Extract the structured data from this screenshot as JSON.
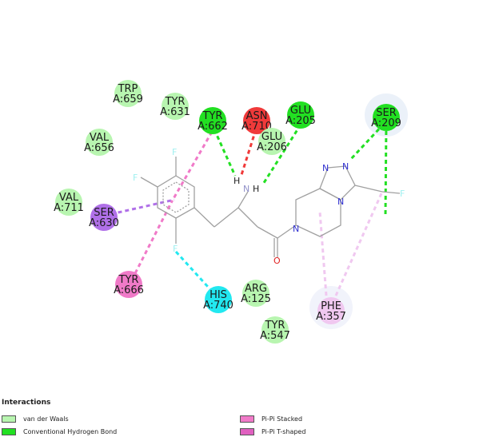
{
  "residues": [
    {
      "id": "trp659",
      "line1": "TRP",
      "line2": "A:659",
      "type": "vdw"
    },
    {
      "id": "tyr631",
      "line1": "TYR",
      "line2": "A:631",
      "type": "vdw"
    },
    {
      "id": "val656",
      "line1": "VAL",
      "line2": "A:656",
      "type": "vdw"
    },
    {
      "id": "val711",
      "line1": "VAL",
      "line2": "A:711",
      "type": "vdw"
    },
    {
      "id": "tyr662",
      "line1": "TYR",
      "line2": "A:662",
      "type": "hbond"
    },
    {
      "id": "asn710",
      "line1": "ASN",
      "line2": "A:710",
      "type": "unfav"
    },
    {
      "id": "glu205",
      "line1": "GLU",
      "line2": "A:205",
      "type": "hbond"
    },
    {
      "id": "glu206",
      "line1": "GLU",
      "line2": "A:206",
      "type": "vdw"
    },
    {
      "id": "ser209",
      "line1": "SER",
      "line2": "A:209",
      "type": "hbond"
    },
    {
      "id": "ser630",
      "line1": "SER",
      "line2": "A:630",
      "type": "pisigma"
    },
    {
      "id": "tyr666",
      "line1": "TYR",
      "line2": "A:666",
      "type": "pistack"
    },
    {
      "id": "his740",
      "line1": "HIS",
      "line2": "A:740",
      "type": "halogen"
    },
    {
      "id": "arg125",
      "line1": "ARG",
      "line2": "A:125",
      "type": "vdw"
    },
    {
      "id": "tyr547",
      "line1": "TYR",
      "line2": "A:547",
      "type": "vdw"
    },
    {
      "id": "phe357",
      "line1": "PHE",
      "line2": "A:357",
      "type": "pialkyl"
    }
  ],
  "atoms": {
    "h1": "H",
    "n1": "N",
    "h2": "H",
    "o1": "O",
    "f1": "F",
    "f2": "F",
    "f3": "F",
    "f4": "F",
    "n_ring1": "N",
    "n_ring2": "N",
    "n_ring3": "N",
    "n_ring4": "N"
  },
  "colors": {
    "vdw": "#b8f5b0",
    "hbond": "#22e022",
    "unfav": "#f03a3a",
    "pisigma": "#b070e8",
    "pistack": "#f07ac8",
    "halogen": "#22e8f0",
    "pialkyl": "#f0c8f0",
    "pitshaped": "#e060c0"
  },
  "legend": {
    "title": "Interactions",
    "items": [
      {
        "label": "van der Waals",
        "color": "#b8f5b0"
      },
      {
        "label": "Conventional Hydrogen Bond",
        "color": "#22e022"
      },
      {
        "label": "Pi-Pi Stacked",
        "color": "#f07ac8"
      },
      {
        "label": "Pi-Pi T-shaped",
        "color": "#e060c0"
      }
    ]
  }
}
